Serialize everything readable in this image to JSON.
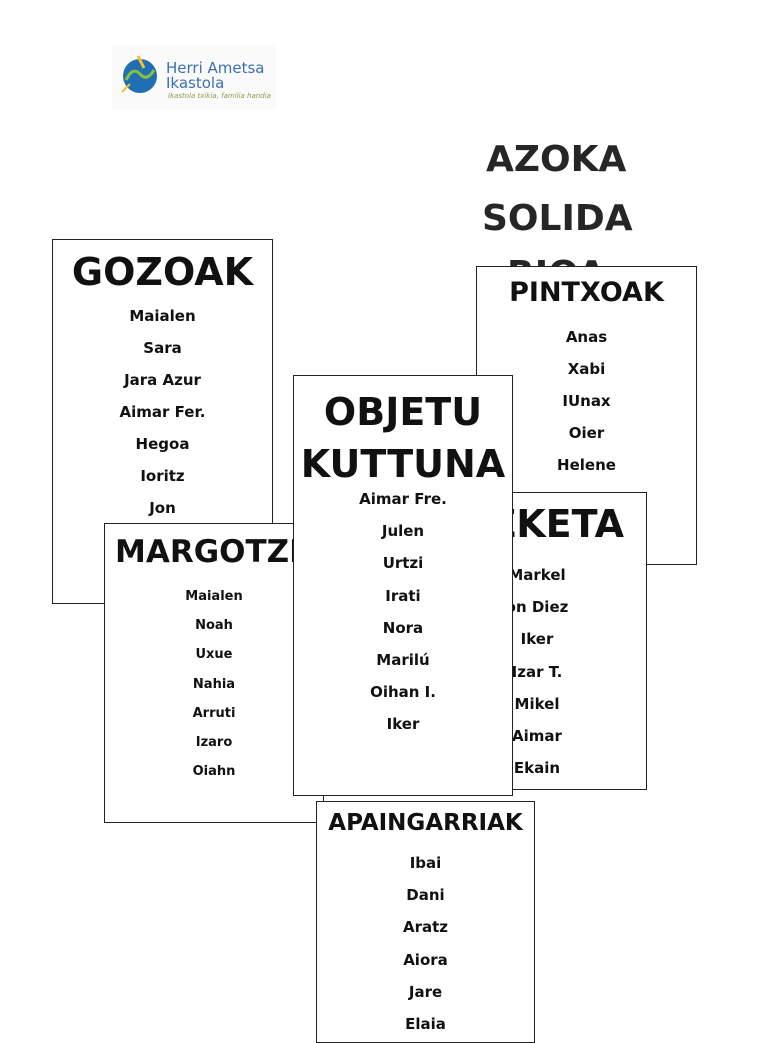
{
  "logo": {
    "name_line1": "Herri Ametsa",
    "name_line2": "Ikastola",
    "slogan": "Ikastola txikia, familia handia",
    "colors": {
      "blue": "#1f6fb2",
      "green": "#8dbf3f",
      "yellow": "#f2c230"
    }
  },
  "title": {
    "line1": "AZOKA",
    "line2": "SOLIDA",
    "line3": "RIOA"
  },
  "boxes": {
    "gozoak": {
      "heading": "GOZOAK",
      "names": [
        "Maialen",
        "Sara",
        "Jara Azur",
        "Aimar Fer.",
        "Hegoa",
        "Ioritz",
        "Jon"
      ]
    },
    "pintxoak": {
      "heading": "PINTXOAK",
      "names": [
        "Anas",
        "Xabi",
        "IUnax",
        "Oier",
        "Helene"
      ]
    },
    "zketa": {
      "heading": "ZKETA",
      "names": [
        "Markel",
        "on Diez",
        "Iker",
        "Izar T.",
        "Mikel",
        "Aimar",
        "Ekain"
      ]
    },
    "margotzen": {
      "heading": "MARGOTZEN",
      "names": [
        "Maialen",
        "Noah",
        "Uxue",
        "Nahia",
        "Arruti",
        "Izaro",
        "Oiahn"
      ]
    },
    "objetu": {
      "heading_line1": "OBJETU",
      "heading_line2": "KUTTUNA",
      "names": [
        "Aimar Fre.",
        "Julen",
        "Urtzi",
        "Irati",
        "Nora",
        "Marilú",
        "Oihan I.",
        "Iker"
      ]
    },
    "apaingarriak": {
      "heading": "APAINGARRIAK",
      "names": [
        "Ibai",
        "Dani",
        "Aratz",
        "Aiora",
        "Jare",
        "Elaia"
      ]
    }
  }
}
